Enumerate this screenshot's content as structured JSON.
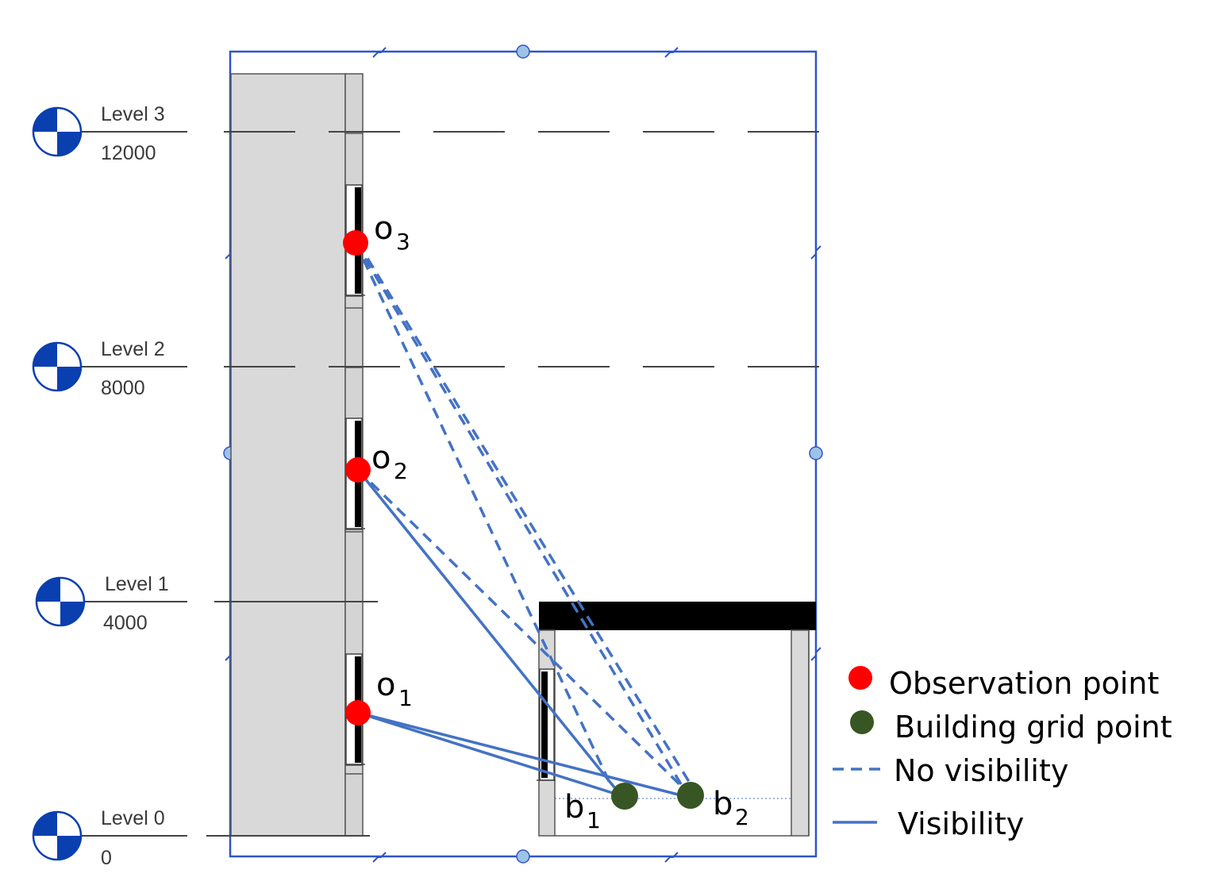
{
  "levels": [
    {
      "name": "Level 3",
      "elevation": "12000"
    },
    {
      "name": "Level 2",
      "elevation": "8000"
    },
    {
      "name": "Level 1",
      "elevation": "4000"
    },
    {
      "name": "Level 0",
      "elevation": "0"
    }
  ],
  "observation_points": [
    {
      "label": "o",
      "sub": "3"
    },
    {
      "label": "o",
      "sub": "2"
    },
    {
      "label": "o",
      "sub": "1"
    }
  ],
  "grid_points": [
    {
      "label": "b",
      "sub": "1"
    },
    {
      "label": "b",
      "sub": "2"
    }
  ],
  "legend": {
    "observation": "Observation point",
    "grid": "Building grid point",
    "no_visibility": "No visibility",
    "visibility": "Visibility"
  },
  "colors": {
    "observation": "#ff0000",
    "grid_point": "#375623",
    "sightline": "#4472c4",
    "crop_frame": "#2f55c8",
    "wall_fill": "#d9d9d9",
    "level_marker": "#0a3fb0"
  }
}
